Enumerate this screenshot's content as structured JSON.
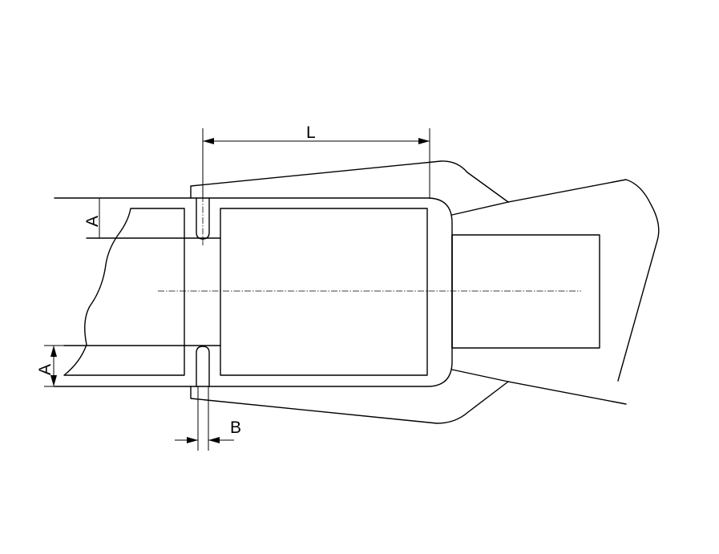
{
  "diagram": {
    "labels": {
      "length": "L",
      "height_top": "A",
      "height_bottom": "A",
      "gap": "B"
    },
    "colors": {
      "line": "#000000",
      "background": "#ffffff"
    }
  }
}
